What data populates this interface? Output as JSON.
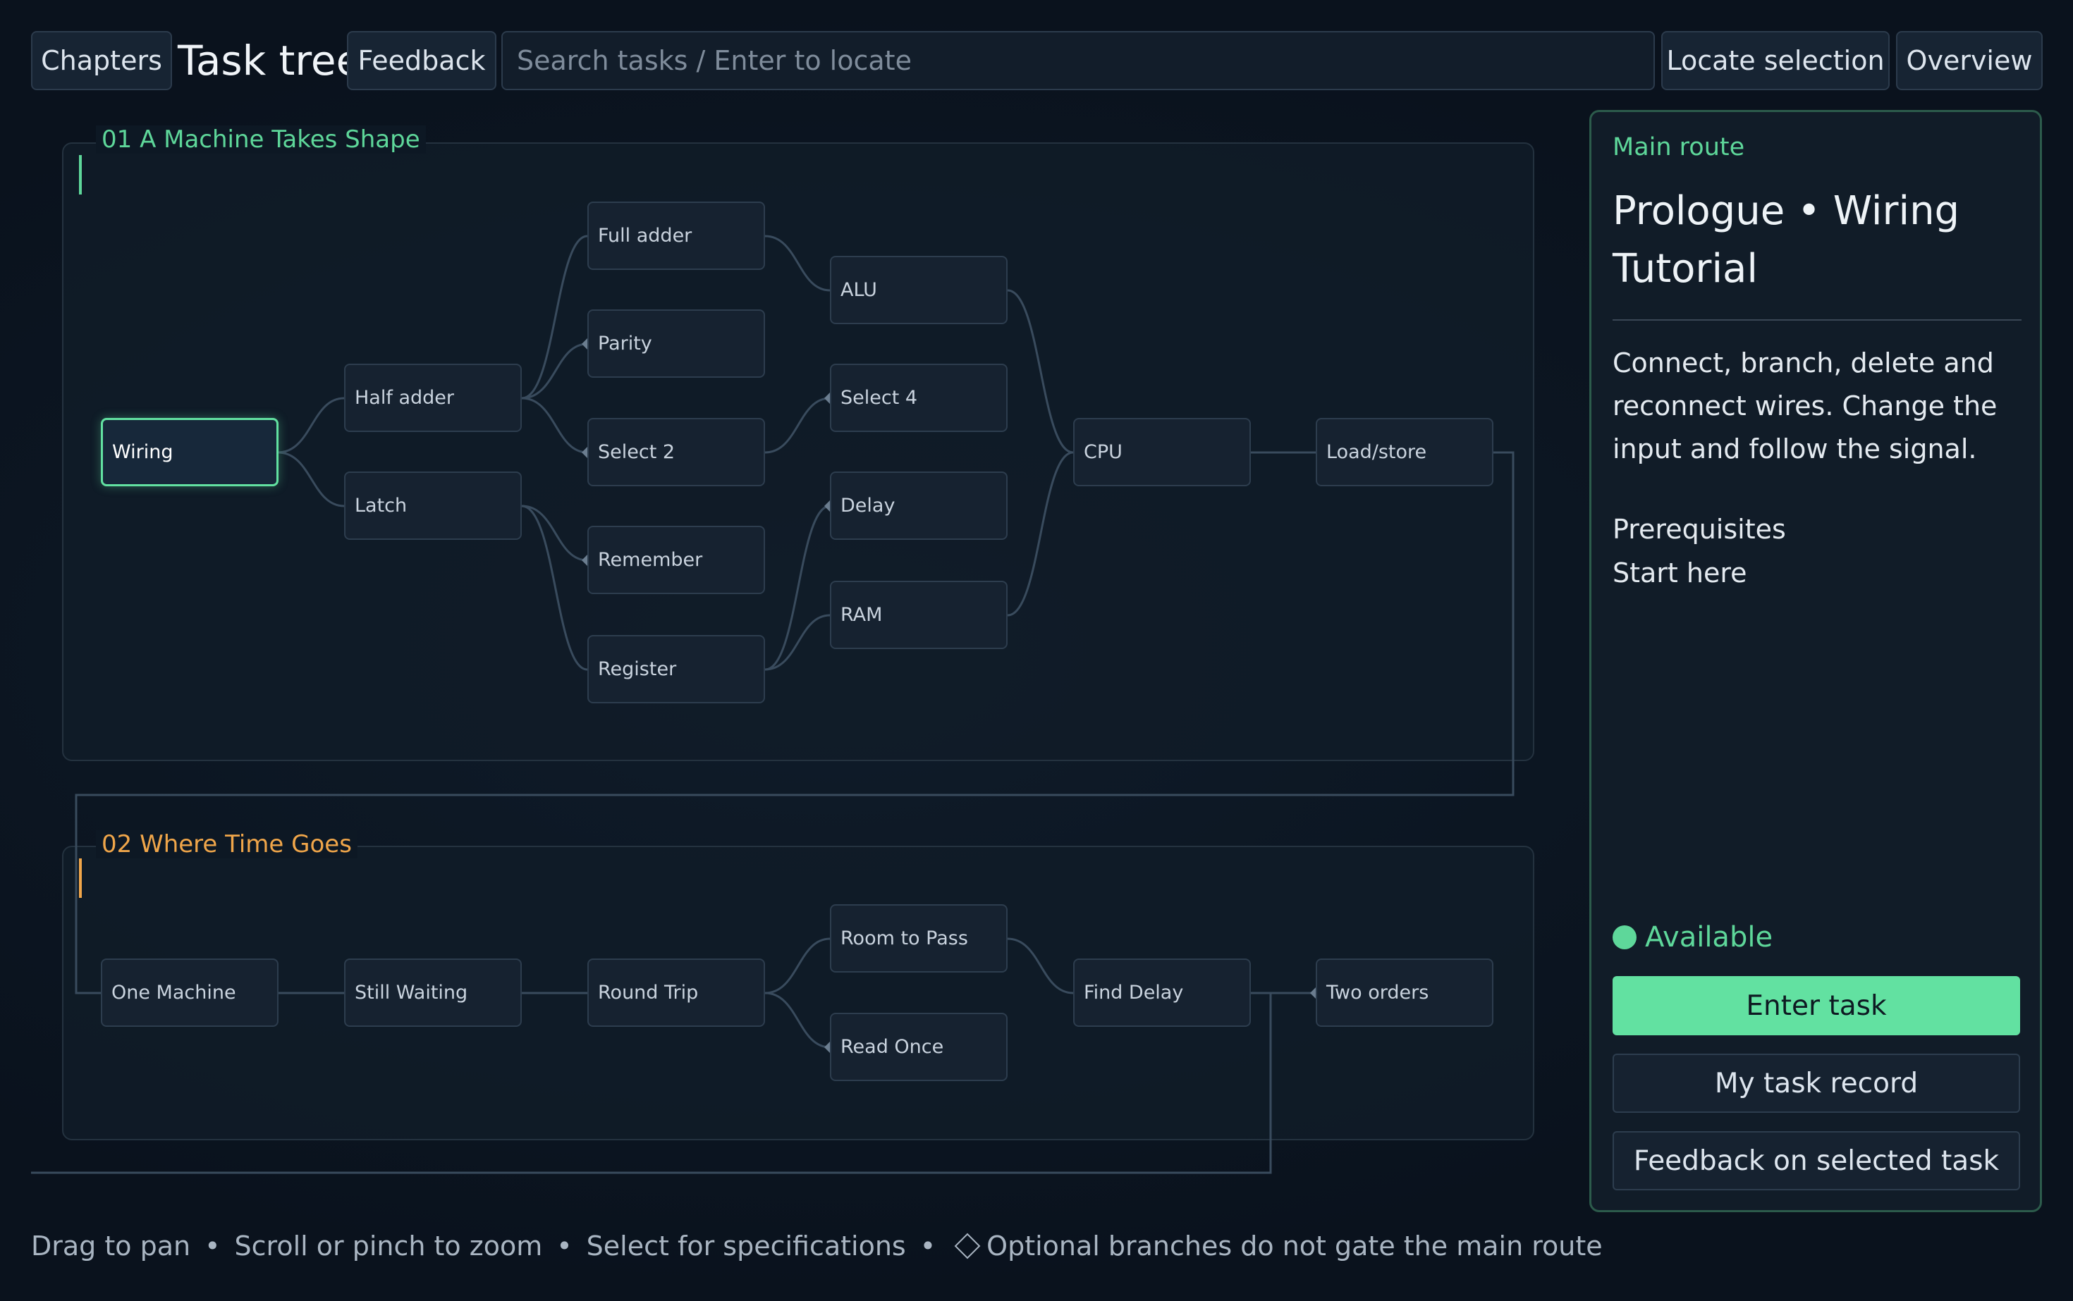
{
  "header": {
    "chapters_label": "Chapters",
    "title": "Task tree",
    "feedback_label": "Feedback",
    "search_placeholder": "Search tasks / Enter to locate",
    "locate_label": "Locate selection",
    "overview_label": "Overview"
  },
  "colors": {
    "accent": "#62e1a1",
    "chapter1": "#5ed79a",
    "chapter2": "#f0a64a"
  },
  "chapters": [
    {
      "title": "01 A Machine Takes Shape",
      "nodes": [
        "Wiring",
        "Half adder",
        "Latch",
        "Full adder",
        "Parity",
        "Select 2",
        "Remember",
        "Register",
        "ALU",
        "Select 4",
        "Delay",
        "RAM",
        "CPU",
        "Load/store"
      ]
    },
    {
      "title": "02 Where Time Goes",
      "nodes": [
        "One Machine",
        "Still Waiting",
        "Round Trip",
        "Room to Pass",
        "Read Once",
        "Find Delay",
        "Two orders"
      ]
    }
  ],
  "selected": "Wiring",
  "side_panel": {
    "route_label": "Main route",
    "title": "Prologue  •  Wiring Tutorial",
    "description": "Connect, branch, delete and reconnect wires. Change the input and follow the signal.",
    "prereq_heading": "Prerequisites",
    "prereq_value": "Start here",
    "status": "Available",
    "enter_label": "Enter task",
    "record_label": "My task record",
    "feedback_label": "Feedback on selected task"
  },
  "footer": {
    "pan": "Drag to pan",
    "zoom": "Scroll or pinch to zoom",
    "select": "Select for specifications",
    "optional": "Optional branches do not gate the main route"
  }
}
